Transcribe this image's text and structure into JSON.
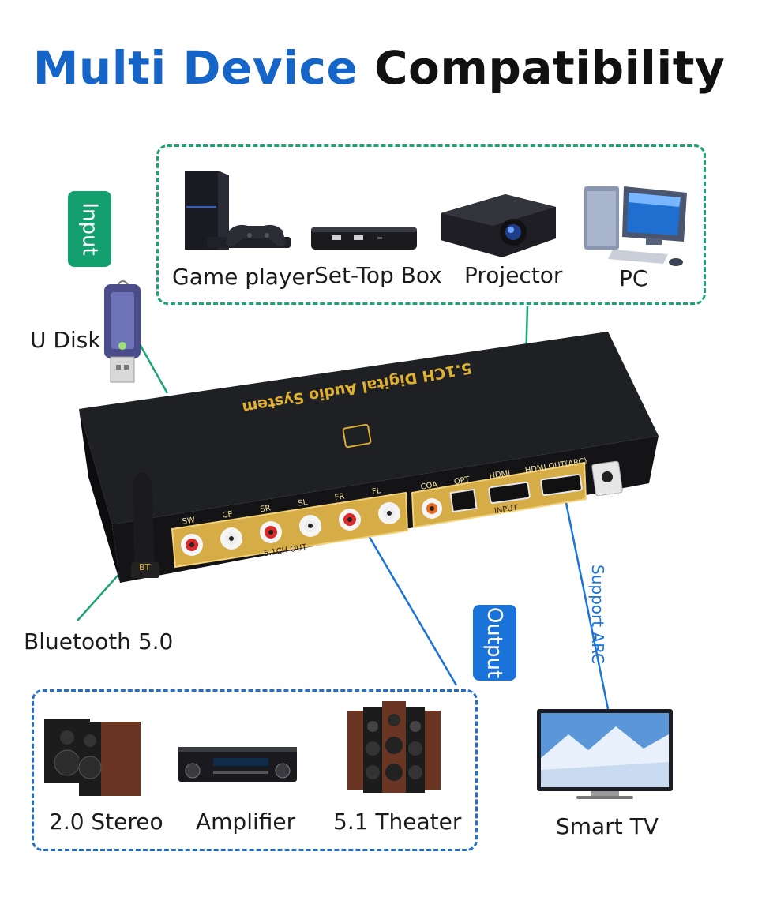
{
  "title": {
    "part1": "Multi Device",
    "part2": "Compatibility"
  },
  "tags": {
    "input": "Input",
    "output": "Output",
    "arc": "Support ARC"
  },
  "input_devices": [
    {
      "label": "Game player"
    },
    {
      "label": "Set-Top Box"
    },
    {
      "label": "Projector"
    },
    {
      "label": "PC"
    }
  ],
  "side_labels": {
    "udisk": "U Disk",
    "bluetooth": "Bluetooth 5.0"
  },
  "output_devices": [
    {
      "label": "2.0 Stereo"
    },
    {
      "label": "Amplifier"
    },
    {
      "label": "5.1 Theater"
    }
  ],
  "tv": {
    "label": "Smart TV"
  },
  "device": {
    "top_text": "5.1CH Digital Audio System",
    "ports_left": [
      "SW",
      "CE",
      "SR",
      "SL",
      "FR",
      "FL"
    ],
    "channel_label": "5.1CH OUT",
    "ports_right": [
      "COA",
      "OPT",
      "HDMI",
      "HDMI OUT(ARC)"
    ],
    "input_label": "INPUT",
    "power_label": "DC12V",
    "antenna_label": "BT"
  },
  "colors": {
    "blue": "#1565c8",
    "green": "#13a06e",
    "line_blue": "#1a73d9"
  }
}
